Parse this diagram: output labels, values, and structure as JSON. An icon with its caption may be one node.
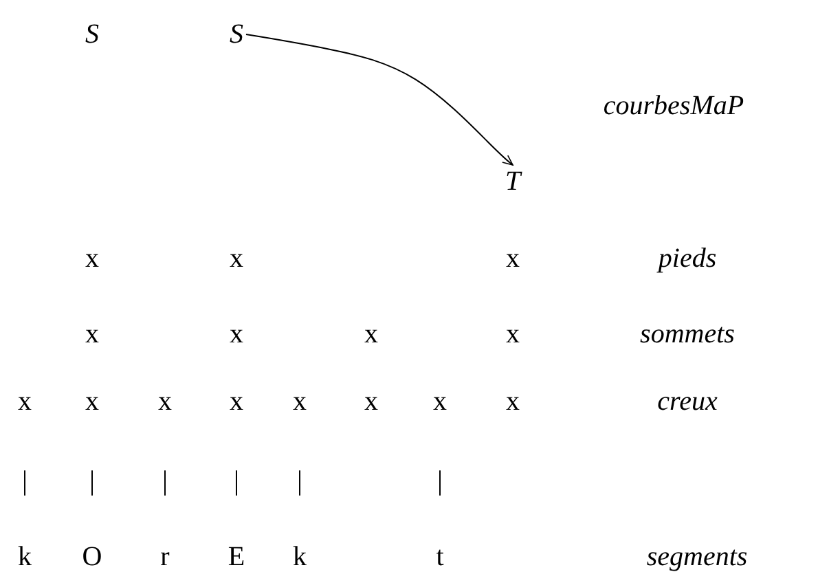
{
  "diagram": {
    "nodes": [
      {
        "text": [
          "S"
        ]
      },
      {
        "text": [
          "S"
        ]
      },
      {
        "text": [
          "T"
        ]
      }
    ],
    "edges": [
      {
        "from": 1,
        "to": 2,
        "arrow": "to"
      }
    ],
    "labels": [
      "courbesMaP",
      "x",
      "x",
      "x",
      "pieds",
      "x",
      "x",
      "x",
      "x",
      "sommets",
      "x",
      "x",
      "x",
      "x",
      "x",
      "x",
      "x",
      "x",
      "creux",
      "|",
      "|",
      "|",
      "|",
      "|",
      "|",
      "k",
      "O",
      "r",
      "E",
      "k",
      "t",
      "segments"
    ]
  }
}
